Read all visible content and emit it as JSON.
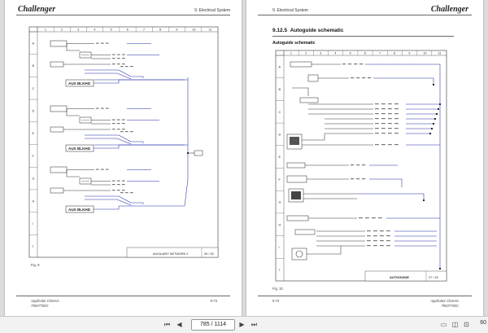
{
  "left_page": {
    "logo": "Challenger",
    "section": "9. Electrical System",
    "col_numbers": [
      "1",
      "2",
      "3",
      "4",
      "5",
      "6",
      "7",
      "8",
      "9",
      "10",
      "11"
    ],
    "row_letters": [
      "A",
      "B",
      "C",
      "D",
      "E",
      "F",
      "G",
      "H",
      "I",
      "J"
    ],
    "block_labels": [
      "AUX BLKHD",
      "AUX BLKHD",
      "AUX BLKHD"
    ],
    "title_block": {
      "name": "AUXILIARY NETWORK 2",
      "sheet": "29 / 33"
    },
    "fig": "Fig. 9",
    "footer_left": "Applicator Chassis",
    "footer_code": "79037760C",
    "page_num": "9-73"
  },
  "right_page": {
    "logo": "Challenger",
    "section": "9. Electrical System",
    "heading_num": "9.12.5",
    "heading": "Autoguide schematic",
    "subheading": "Autoguide schematic",
    "col_numbers": [
      "1",
      "2",
      "3",
      "4",
      "5",
      "6",
      "7",
      "8",
      "9",
      "10",
      "11"
    ],
    "row_letters": [
      "A",
      "B",
      "C",
      "D",
      "E",
      "F",
      "G",
      "H",
      "I",
      "J"
    ],
    "title_block": {
      "name": "AUTOGUIDE",
      "sheet": "27 / 33"
    },
    "fig": "Fig. 10",
    "footer_left": "Applicator Chassis",
    "footer_code": "79037760C",
    "page_num": "9-74"
  },
  "statusbar": {
    "page_indicator": "785 / 1114",
    "zoom": "60"
  }
}
